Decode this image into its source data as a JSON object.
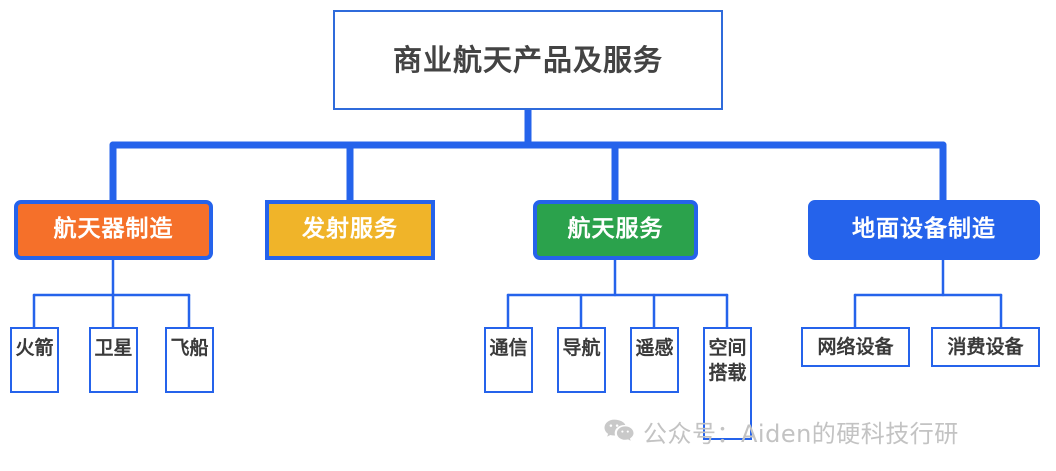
{
  "diagram": {
    "title": "商业航天产品及服务",
    "type": "organization-tree",
    "accent_color": "#2563EB",
    "root": {
      "label": "商业航天产品及服务",
      "fill": "#FFFFFF",
      "text_color": "#434343"
    },
    "branches": [
      {
        "label": "航天器制造",
        "fill": "#F5702A",
        "text_color": "#FFFFFF",
        "children": [
          {
            "label": "火箭"
          },
          {
            "label": "卫星"
          },
          {
            "label": "飞船"
          }
        ]
      },
      {
        "label": "发射服务",
        "fill": "#F0B429",
        "text_color": "#FFFFFF",
        "children": []
      },
      {
        "label": "航天服务",
        "fill": "#2BA24C",
        "text_color": "#FFFFFF",
        "children": [
          {
            "label": "通信"
          },
          {
            "label": "导航"
          },
          {
            "label": "遥感"
          },
          {
            "label": "空间搭载"
          }
        ]
      },
      {
        "label": "地面设备制造",
        "fill": "#2563EB",
        "text_color": "#FFFFFF",
        "children": [
          {
            "label": "网络设备"
          },
          {
            "label": "消费设备"
          }
        ]
      }
    ]
  },
  "watermark": {
    "icon": "wechat-icon",
    "text": "公众号：Aiden的硬科技行研",
    "color": "#C3C3C3"
  }
}
